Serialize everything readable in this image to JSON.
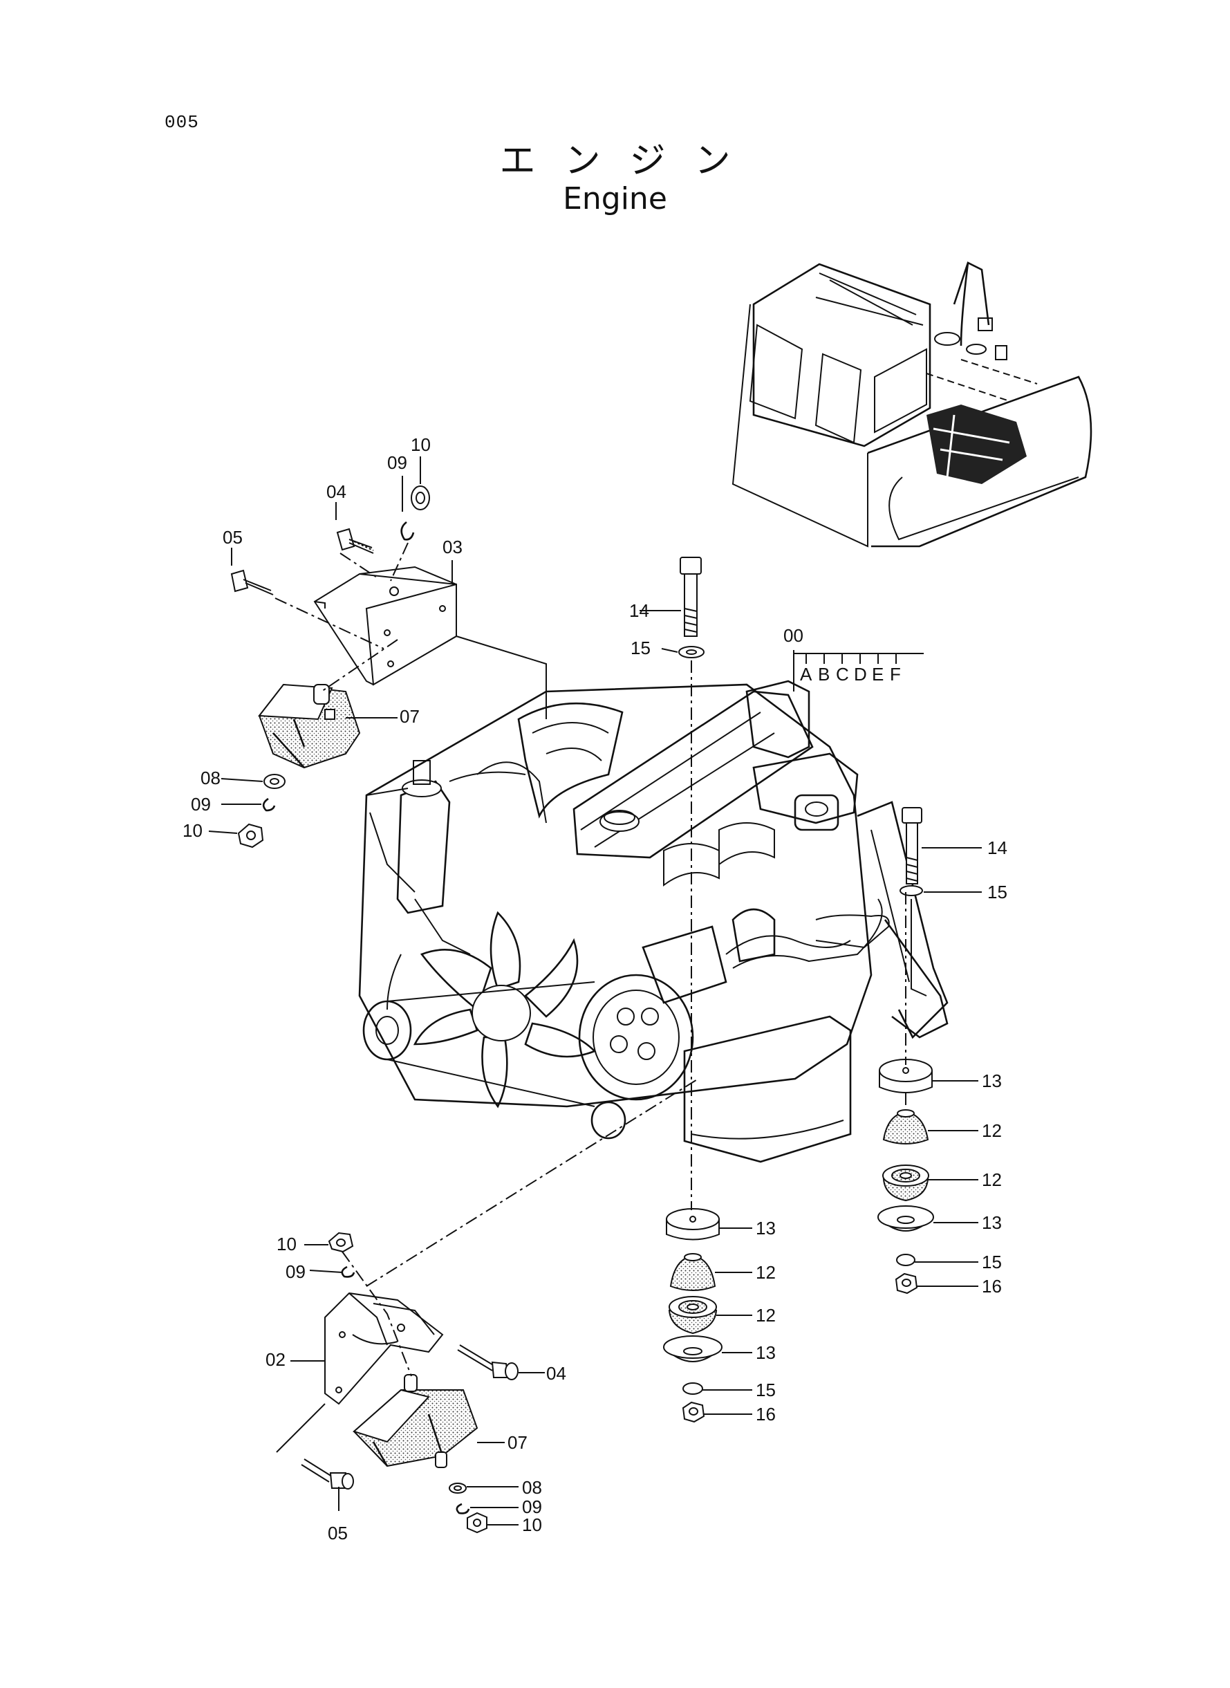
{
  "page": {
    "number": "005",
    "title_jp": "エンジン",
    "title_en": "Engine"
  },
  "labels": {
    "l00": "00",
    "lA": "A",
    "lB": "B",
    "lC": "C",
    "lD": "D",
    "lE": "E",
    "lF": "F",
    "l02": "02",
    "l03": "03",
    "l04a": "04",
    "l04b": "04",
    "l05a": "05",
    "l05b": "05",
    "l07a": "07",
    "l07b": "07",
    "l08a": "08",
    "l08b": "08",
    "l09a": "09",
    "l09b": "09",
    "l09c": "09",
    "l09d": "09",
    "l10a": "10",
    "l10b": "10",
    "l10c": "10",
    "l10d": "10",
    "l12a": "12",
    "l12b": "12",
    "l12c": "12",
    "l12d": "12",
    "l13a": "13",
    "l13b": "13",
    "l13c": "13",
    "l13d": "13",
    "l14a": "14",
    "l14b": "14",
    "l15a": "15",
    "l15b": "15",
    "l15c": "15",
    "l15d": "15",
    "l16a": "16",
    "l16b": "16"
  }
}
